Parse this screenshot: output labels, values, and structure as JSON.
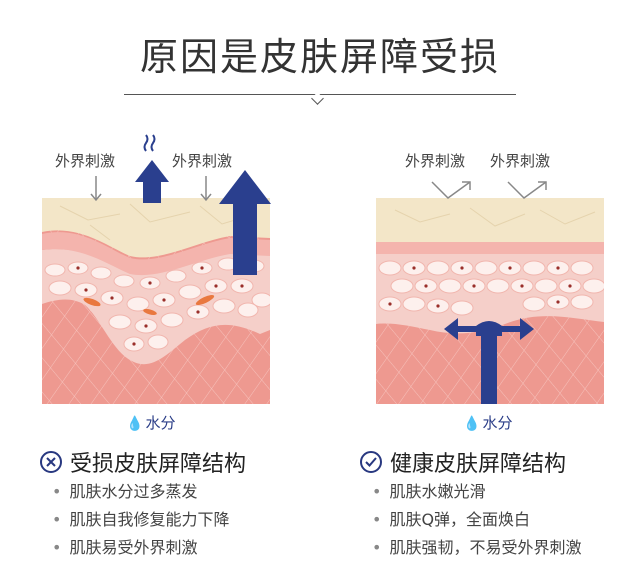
{
  "title": "原因是皮肤屏障受损",
  "left": {
    "stimulus_label_1": "外界刺激",
    "stimulus_label_2": "外界刺激",
    "water_label": "水分",
    "heading": "受损皮肤屏障结构",
    "bullets": [
      "肌肤水分过多蒸发",
      "肌肤自我修复能力下降",
      "肌肤易受外界刺激"
    ]
  },
  "right": {
    "stimulus_label_1": "外界刺激",
    "stimulus_label_2": "外界刺激",
    "water_label": "水分",
    "heading": "健康皮肤屏障结构",
    "bullets": [
      "肌肤水嫩光滑",
      "肌肤Q弹，全面焕白",
      "肌肤强韧，不易受外界刺激"
    ]
  },
  "colors": {
    "arrow_blue": "#2a3f8e",
    "skin_top": "#f3e6c8",
    "skin_pink": "#f1a5a0",
    "dermis": "#e68e86",
    "cell": "#fbe7e2"
  }
}
